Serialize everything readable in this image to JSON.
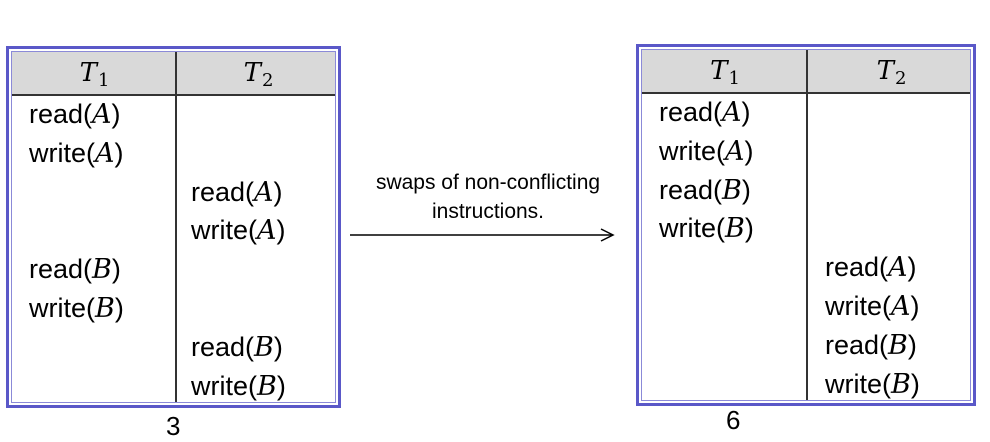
{
  "left_schedule": {
    "headers": [
      {
        "name": "T",
        "sub": "1"
      },
      {
        "name": "T",
        "sub": "2"
      }
    ],
    "col1": [
      {
        "op": "read",
        "arg": "A",
        "row": 0
      },
      {
        "op": "write",
        "arg": "A",
        "row": 1
      },
      {
        "op": "read",
        "arg": "B",
        "row": 4
      },
      {
        "op": "write",
        "arg": "B",
        "row": 5
      }
    ],
    "col2": [
      {
        "op": "read",
        "arg": "A",
        "row": 2
      },
      {
        "op": "write",
        "arg": "A",
        "row": 3
      },
      {
        "op": "read",
        "arg": "B",
        "row": 6
      },
      {
        "op": "write",
        "arg": "B",
        "row": 7
      }
    ],
    "number": "3"
  },
  "right_schedule": {
    "headers": [
      {
        "name": "T",
        "sub": "1"
      },
      {
        "name": "T",
        "sub": "2"
      }
    ],
    "col1": [
      {
        "op": "read",
        "arg": "A",
        "row": 0
      },
      {
        "op": "write",
        "arg": "A",
        "row": 1
      },
      {
        "op": "read",
        "arg": "B",
        "row": 2
      },
      {
        "op": "write",
        "arg": "B",
        "row": 3
      }
    ],
    "col2": [
      {
        "op": "read",
        "arg": "A",
        "row": 4
      },
      {
        "op": "write",
        "arg": "A",
        "row": 5
      },
      {
        "op": "read",
        "arg": "B",
        "row": 6
      },
      {
        "op": "write",
        "arg": "B",
        "row": 7
      }
    ],
    "number": "6"
  },
  "arrow": {
    "caption_line1": "swaps of non-conflicting",
    "caption_line2": "instructions."
  },
  "colors": {
    "border": "#5a58c8",
    "header_bg": "#d9d9d9"
  }
}
